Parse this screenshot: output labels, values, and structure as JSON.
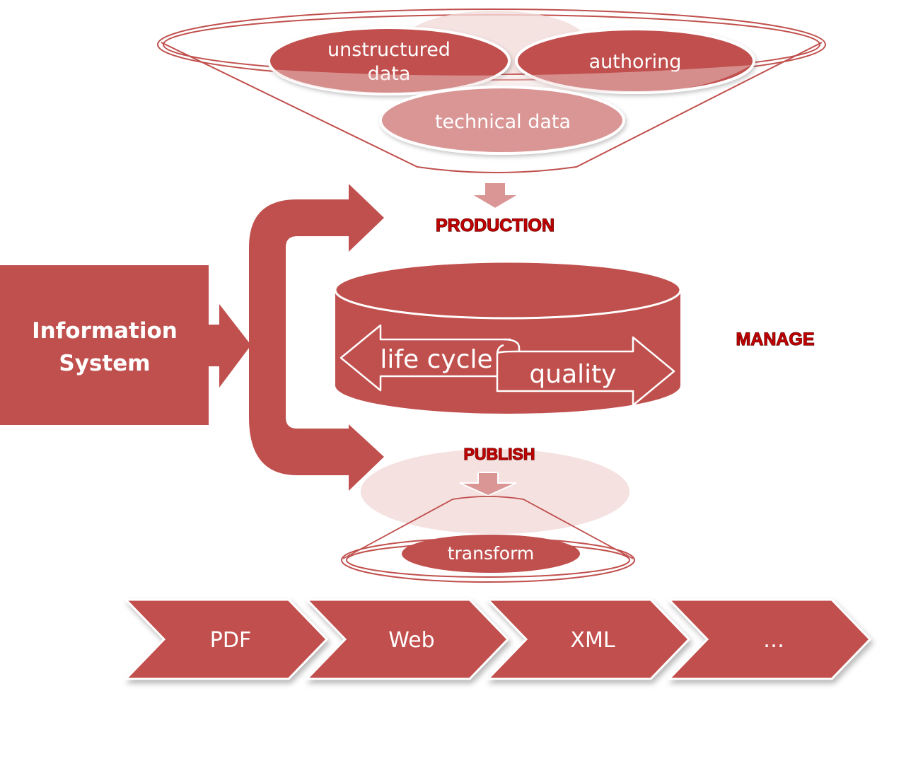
{
  "colors": {
    "main": "#c0504d",
    "light": "#d99694",
    "pale": "#f2dcdb",
    "stage_label": "#c00000"
  },
  "funnel": {
    "items": [
      "unstructured data",
      "authoring",
      "technical data"
    ]
  },
  "stages": {
    "production": "PRODUCTION",
    "manage": "MANAGE",
    "publish": "PUBLISH"
  },
  "information_system": {
    "line1": "Information",
    "line2": "System"
  },
  "database": {
    "left_arrow": "life cycle",
    "right_arrow": "quality"
  },
  "transform": "transform",
  "outputs": [
    "PDF",
    "Web",
    "XML",
    "…"
  ]
}
